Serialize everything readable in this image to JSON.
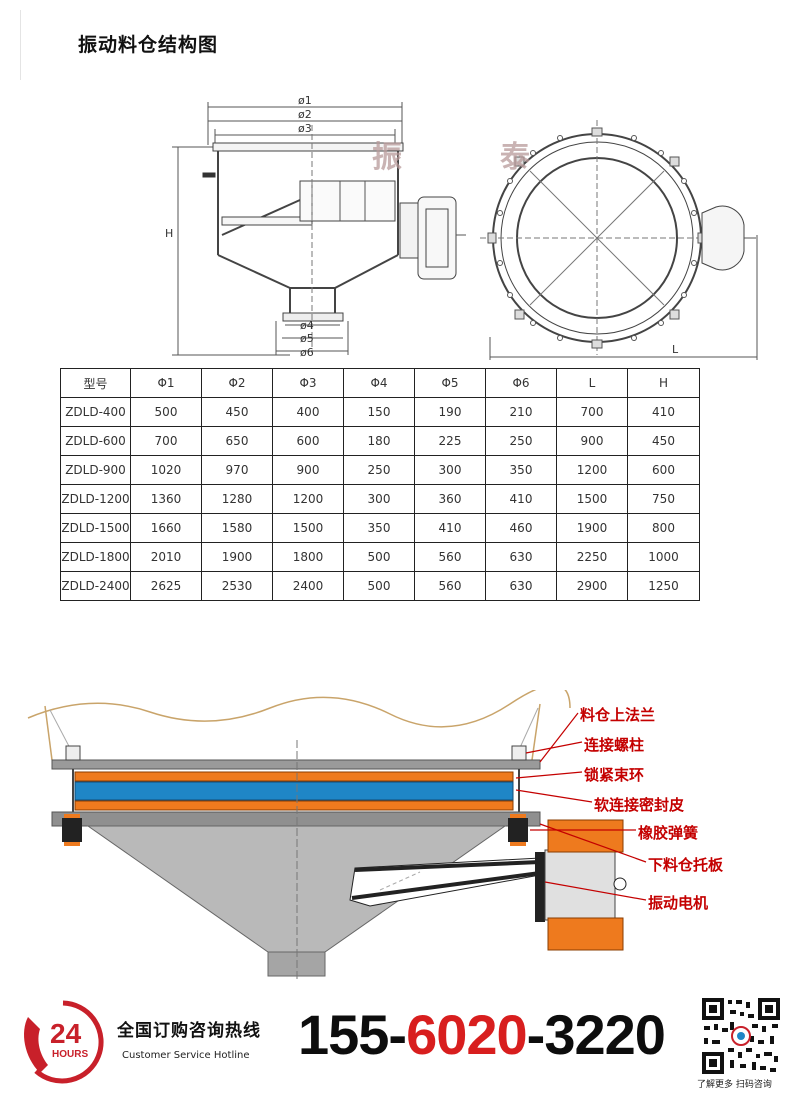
{
  "title": "振动料仓结构图",
  "drawing_top": {
    "dims": [
      "ø1",
      "ø2",
      "ø3",
      "ø4",
      "ø5",
      "ø6",
      "H",
      "L"
    ],
    "watermark_left": "振",
    "watermark_right": "泰"
  },
  "table": {
    "headers": [
      "型号",
      "Φ1",
      "Φ2",
      "Φ3",
      "Φ4",
      "Φ5",
      "Φ6",
      "L",
      "H"
    ],
    "rows": [
      [
        "ZDLD-400",
        "500",
        "450",
        "400",
        "150",
        "190",
        "210",
        "700",
        "410"
      ],
      [
        "ZDLD-600",
        "700",
        "650",
        "600",
        "180",
        "225",
        "250",
        "900",
        "450"
      ],
      [
        "ZDLD-900",
        "1020",
        "970",
        "900",
        "250",
        "300",
        "350",
        "1200",
        "600"
      ],
      [
        "ZDLD-1200",
        "1360",
        "1280",
        "1200",
        "300",
        "360",
        "410",
        "1500",
        "750"
      ],
      [
        "ZDLD-1500",
        "1660",
        "1580",
        "1500",
        "350",
        "410",
        "460",
        "1900",
        "800"
      ],
      [
        "ZDLD-1800",
        "2010",
        "1900",
        "1800",
        "500",
        "560",
        "630",
        "2250",
        "1000"
      ],
      [
        "ZDLD-2400",
        "2625",
        "2530",
        "2400",
        "500",
        "560",
        "630",
        "2900",
        "1250"
      ]
    ]
  },
  "callouts": [
    "料仓上法兰",
    "连接螺柱",
    "锁紧束环",
    "软连接密封皮",
    "橡胶弹簧",
    "下料仓托板",
    "振动电机"
  ],
  "footer": {
    "logo_number": "24",
    "logo_word": "HOURS",
    "hotline_zh": "全国订购咨询热线",
    "hotline_en": "Customer Service Hotline",
    "phone_a": "155-",
    "phone_b": "6020",
    "phone_c": "-3220",
    "qr_caption": "了解更多  扫码咨询"
  },
  "colors": {
    "callout_red": "#c40000",
    "phone_red": "#d81e1e",
    "belt_orange": "#ee7a1e",
    "belt_blue": "#1f86c6",
    "hopper_gray": "#b9b9b9"
  }
}
